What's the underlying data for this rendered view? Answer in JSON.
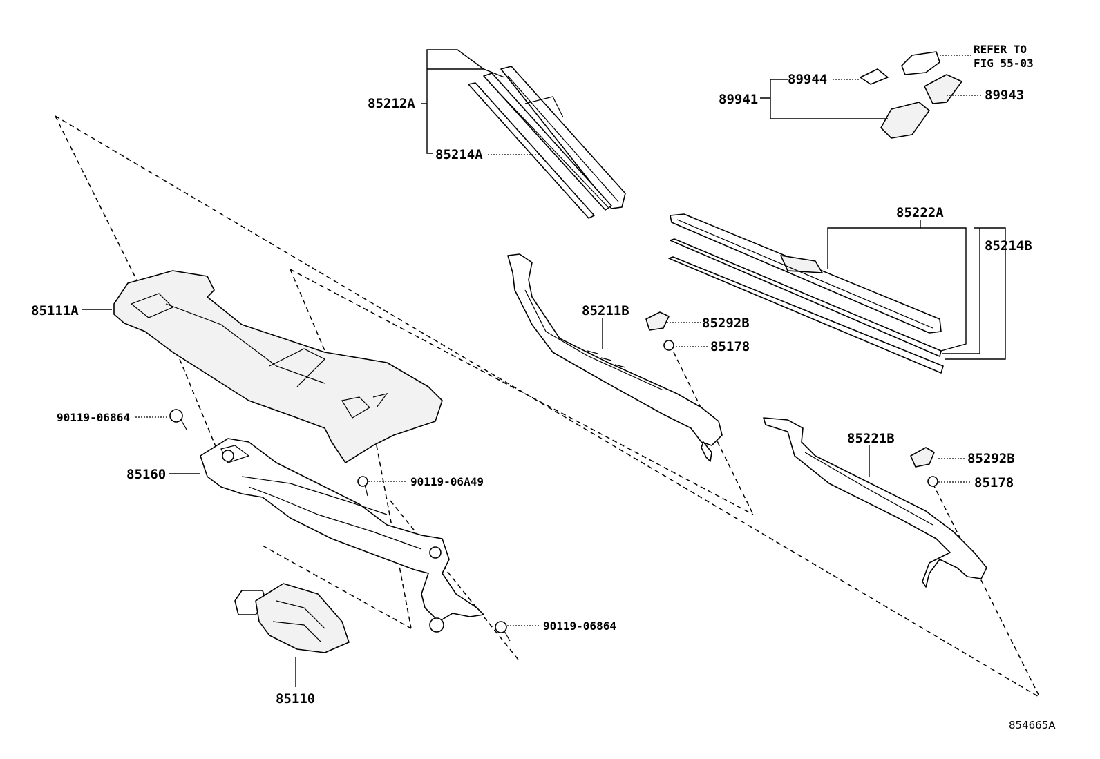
{
  "callouts": {
    "c85212A": "85212A",
    "c85214A": "85214A",
    "c89944": "89944",
    "c89941": "89941",
    "c89943": "89943",
    "refer1": "REFER TO",
    "refer2": "FIG 55-03",
    "c85222A": "85222A",
    "c85214B": "85214B",
    "c85211B": "85211B",
    "c85292B_1": "85292B",
    "c85178_1": "85178",
    "c85111A": "85111A",
    "c90119_06864_1": "90119-06864",
    "c85160": "85160",
    "c90119_06A49": "90119-06A49",
    "c85221B": "85221B",
    "c85292B_2": "85292B",
    "c85178_2": "85178",
    "c90119_06864_2": "90119-06864",
    "c85110": "85110"
  },
  "figure_id": "854665A"
}
